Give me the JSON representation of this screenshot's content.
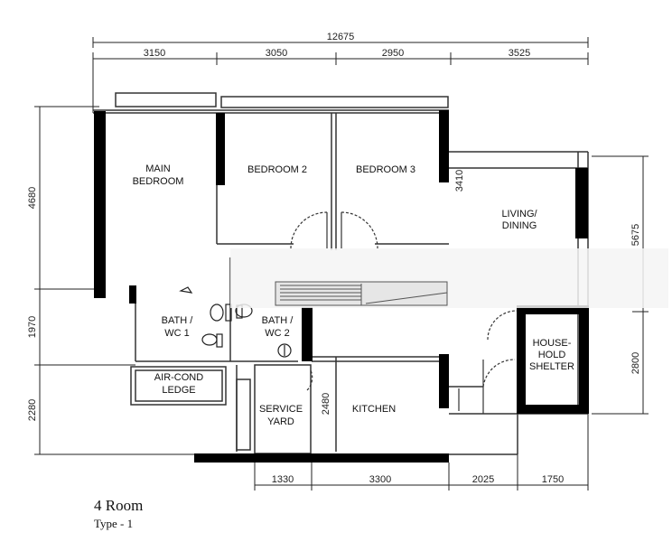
{
  "plan": {
    "overall_width": "12675",
    "top_dims": [
      "3150",
      "3050",
      "2950",
      "3525"
    ],
    "left_dims": [
      "4680",
      "1970",
      "2280"
    ],
    "right_dims": [
      "5675",
      "2800"
    ],
    "bottom_dims": [
      "1330",
      "3300",
      "2025",
      "1750"
    ],
    "inner_dims": [
      "3410",
      "2480"
    ],
    "rooms": {
      "main_bedroom": [
        "MAIN",
        "BEDROOM"
      ],
      "bedroom2": "BEDROOM 2",
      "bedroom3": "BEDROOM 3",
      "living": [
        "LIVING/",
        "DINING"
      ],
      "bath1": [
        "BATH /",
        "WC 1"
      ],
      "bath2": [
        "BATH /",
        "WC 2"
      ],
      "aircon": [
        "AIR-COND",
        "LEDGE"
      ],
      "service": [
        "SERVICE",
        "YARD"
      ],
      "kitchen": "KITCHEN",
      "shelter": [
        "HOUSE-",
        "HOLD",
        "SHELTER"
      ]
    }
  },
  "caption": {
    "title": "4 Room",
    "subtitle": "Type - 1"
  }
}
